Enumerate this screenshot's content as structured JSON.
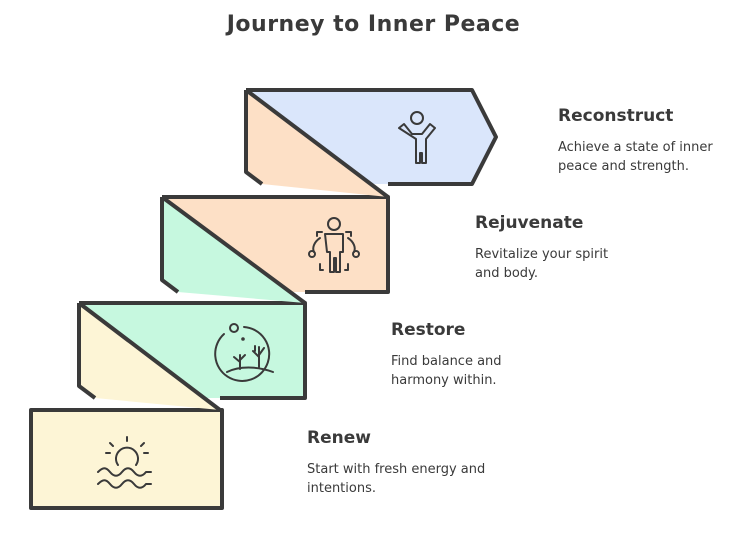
{
  "title": "Journey to Inner Peace",
  "steps": [
    {
      "label": "Reconstruct",
      "description": "Achieve a state of inner peace and strength.",
      "icon": "person-arms-raised-icon",
      "color": "#dae6fb"
    },
    {
      "label": "Rejuvenate",
      "description": "Revitalize your spirit and body.",
      "icon": "person-energy-icon",
      "color": "#fde0c6"
    },
    {
      "label": "Restore",
      "description": "Find balance and harmony within.",
      "icon": "plants-landscape-icon",
      "color": "#c6f8df"
    },
    {
      "label": "Renew",
      "description": "Start with fresh energy and intentions.",
      "icon": "sunrise-waves-icon",
      "color": "#fdf5d6"
    }
  ]
}
